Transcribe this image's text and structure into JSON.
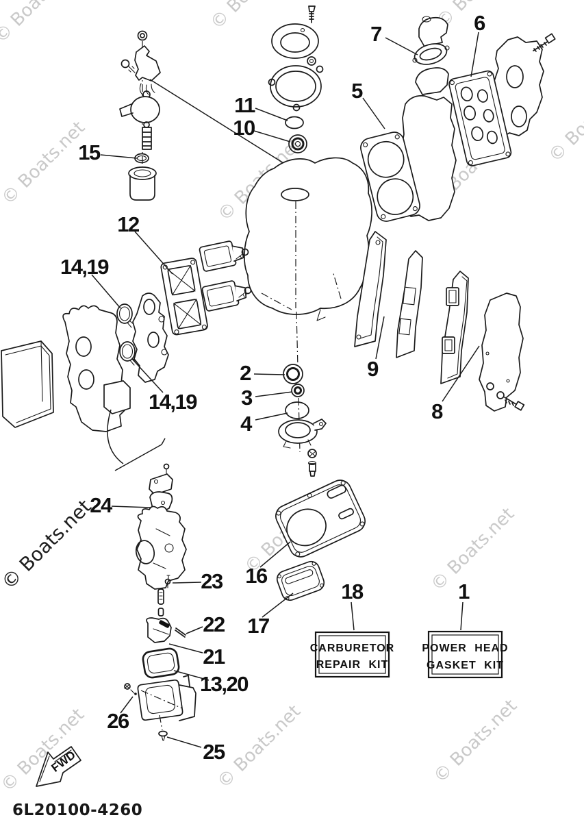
{
  "watermark": {
    "text": "© Boats.net"
  },
  "footer": {
    "drawing_code": "6L20100-4260"
  },
  "fwd_arrow": {
    "label": "FWD"
  },
  "kit_labels": {
    "carburetor": {
      "line1": "CARBURETOR",
      "line2": "REPAIR KIT"
    },
    "power_head": {
      "line1": "POWER HEAD",
      "line2": "GASKET KIT"
    }
  },
  "callouts": [
    {
      "label": "7"
    },
    {
      "label": "6"
    },
    {
      "label": "5"
    },
    {
      "label": "11"
    },
    {
      "label": "10"
    },
    {
      "label": "15"
    },
    {
      "label": "12"
    },
    {
      "label": "14,19"
    },
    {
      "label": "14,19"
    },
    {
      "label": "2"
    },
    {
      "label": "3"
    },
    {
      "label": "4"
    },
    {
      "label": "9"
    },
    {
      "label": "8"
    },
    {
      "label": "24"
    },
    {
      "label": "23"
    },
    {
      "label": "22"
    },
    {
      "label": "21"
    },
    {
      "label": "13,20"
    },
    {
      "label": "26"
    },
    {
      "label": "25"
    },
    {
      "label": "16"
    },
    {
      "label": "17"
    },
    {
      "label": "18"
    },
    {
      "label": "1"
    }
  ]
}
